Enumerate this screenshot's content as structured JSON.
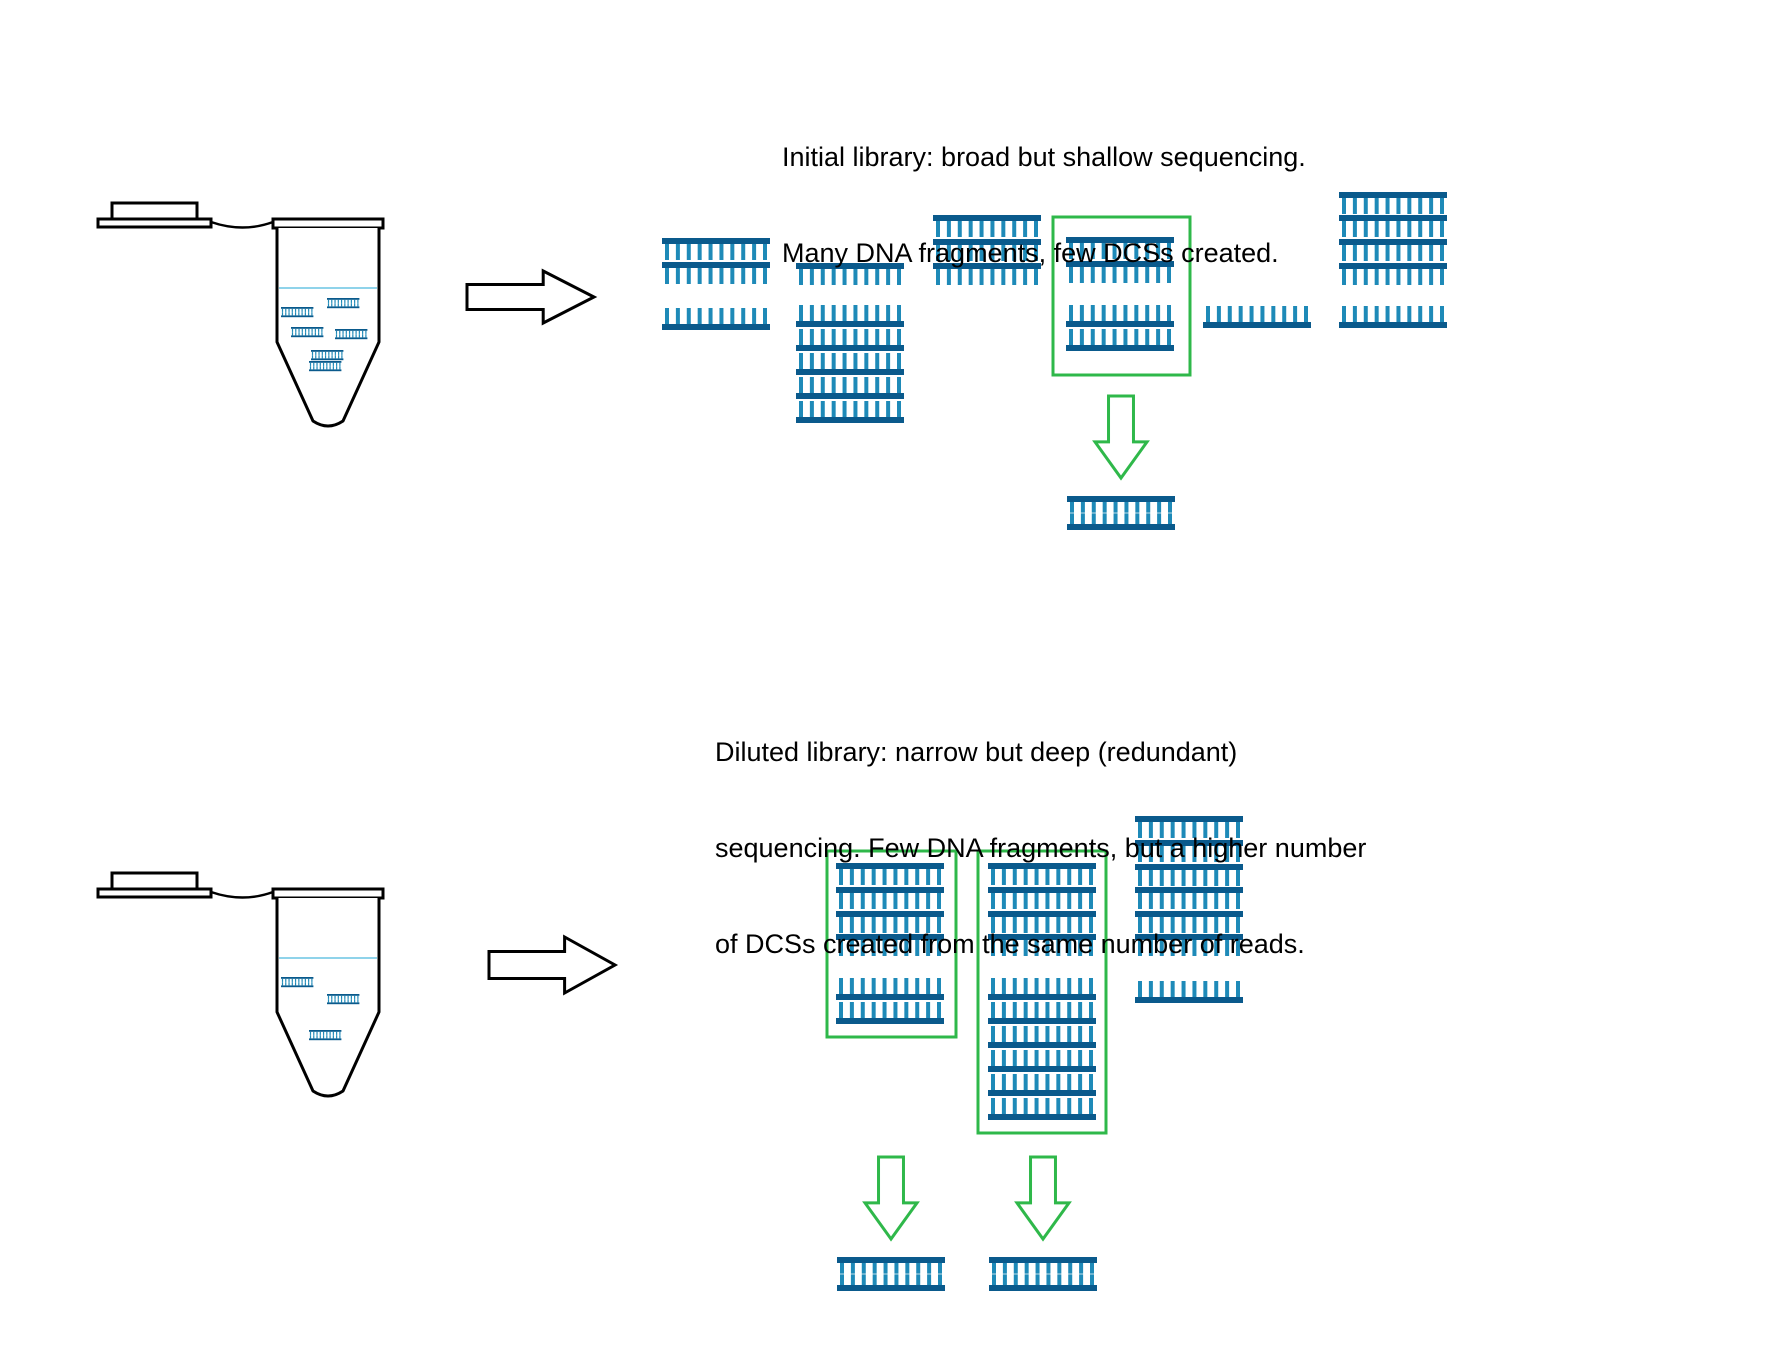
{
  "colors": {
    "backbone": "#0a5a8c",
    "bases": "#1e8ab8",
    "liquid": "#8fd3ea",
    "highlight": "#2fb84a",
    "outline": "#000000",
    "background": "#ffffff"
  },
  "panels": [
    {
      "id": "initial",
      "caption_lines": [
        "Initial library: broad but shallow sequencing.",
        "Many DNA fragments, few DCSs created."
      ],
      "tube": {
        "fragment_count": 6
      },
      "fragment_groups": [
        {
          "top_strands": 2,
          "bottom_strands": 1,
          "consensus": false
        },
        {
          "top_strands": 1,
          "bottom_strands": 5,
          "consensus": false
        },
        {
          "top_strands": 3,
          "bottom_strands": 0,
          "consensus": false
        },
        {
          "top_strands": 2,
          "bottom_strands": 2,
          "consensus": true
        },
        {
          "top_strands": 0,
          "bottom_strands": 1,
          "consensus": false
        },
        {
          "top_strands": 4,
          "bottom_strands": 1,
          "consensus": false
        }
      ],
      "dcs_count": 1
    },
    {
      "id": "diluted",
      "caption_lines": [
        "Diluted library: narrow but deep (redundant)",
        "sequencing. Few DNA fragments, but a higher number",
        "of DCSs created from the same number of reads."
      ],
      "tube": {
        "fragment_count": 3
      },
      "fragment_groups": [
        {
          "top_strands": 4,
          "bottom_strands": 2,
          "consensus": true
        },
        {
          "top_strands": 4,
          "bottom_strands": 6,
          "consensus": true
        },
        {
          "top_strands": 6,
          "bottom_strands": 1,
          "consensus": false
        }
      ],
      "dcs_count": 2
    }
  ],
  "icons": {
    "tube": "microcentrifuge-tube-icon",
    "process_arrow": "right-arrow-icon",
    "consensus_arrow": "down-arrow-icon",
    "dcs": "double-stranded-dna-icon"
  }
}
